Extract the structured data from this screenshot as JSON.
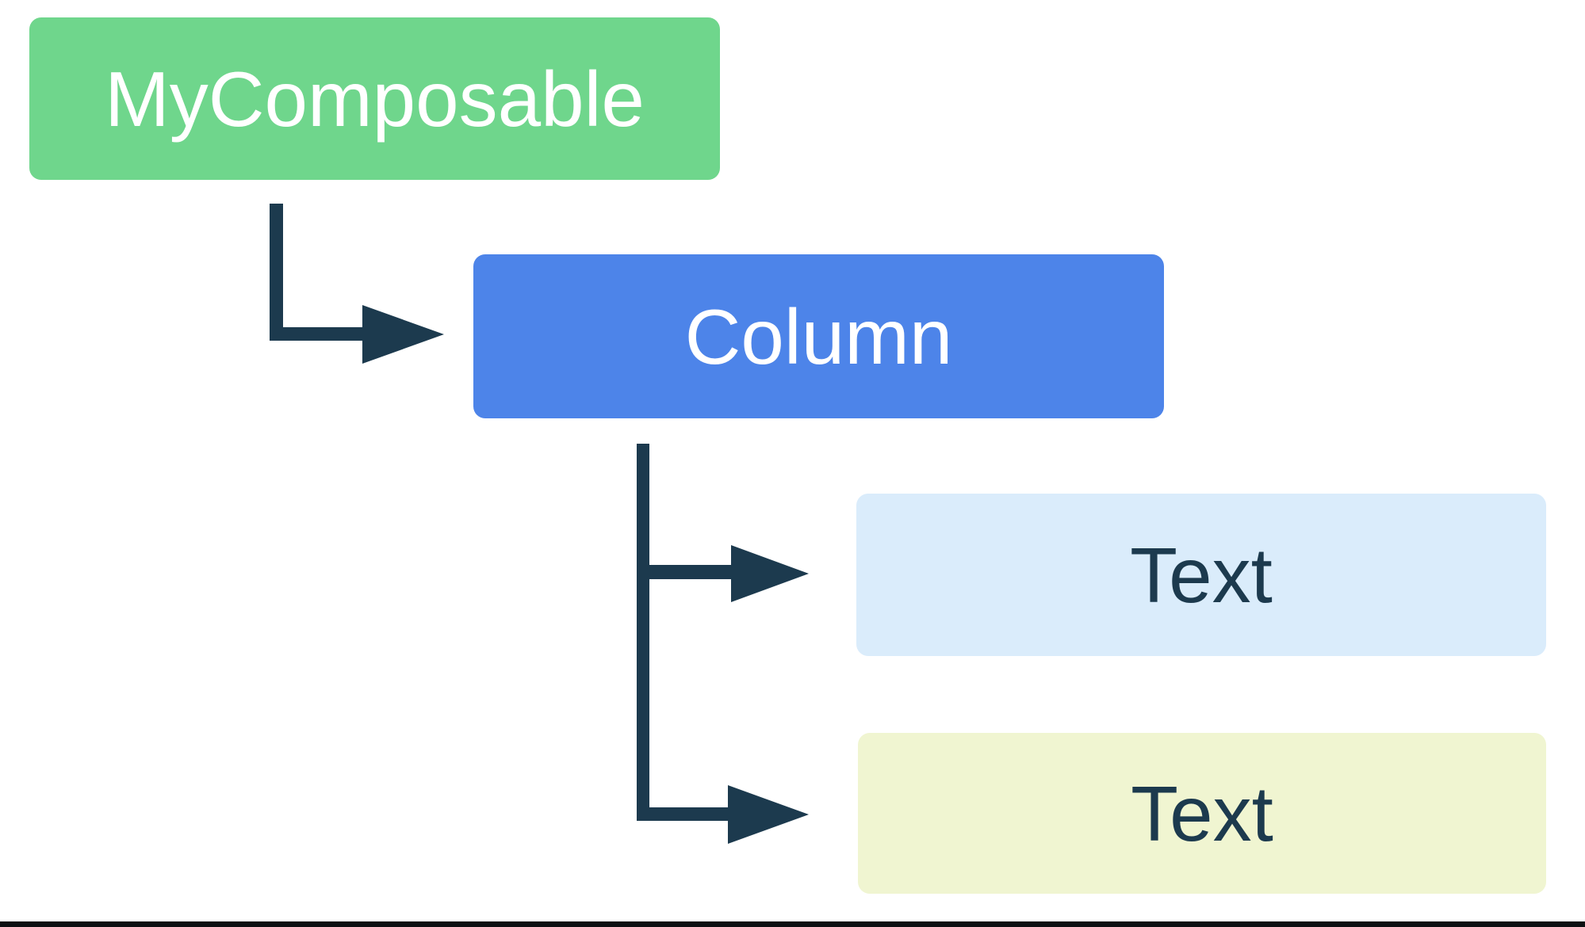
{
  "diagram": {
    "type": "tree",
    "description": "UI hierarchy diagram: MyComposable contains Column, which contains two Text children",
    "nodes": {
      "root": {
        "label": "MyComposable",
        "bg_color": "#6FD68C",
        "text_color": "#FFFFFF"
      },
      "column": {
        "label": "Column",
        "bg_color": "#4D84E9",
        "text_color": "#FFFFFF"
      },
      "child1": {
        "label": "Text",
        "bg_color": "#DAECFB",
        "text_color": "#1C3A4E"
      },
      "child2": {
        "label": "Text",
        "bg_color": "#F0F5D1",
        "text_color": "#1C3A4E"
      }
    },
    "edges": [
      {
        "from": "MyComposable",
        "to": "Column"
      },
      {
        "from": "Column",
        "to": "Text (first child)"
      },
      {
        "from": "Column",
        "to": "Text (second child)"
      }
    ],
    "connector_color": "#1C3A4E",
    "bottom_border_color": "#0D1013",
    "background_color": "#FFFFFF"
  }
}
